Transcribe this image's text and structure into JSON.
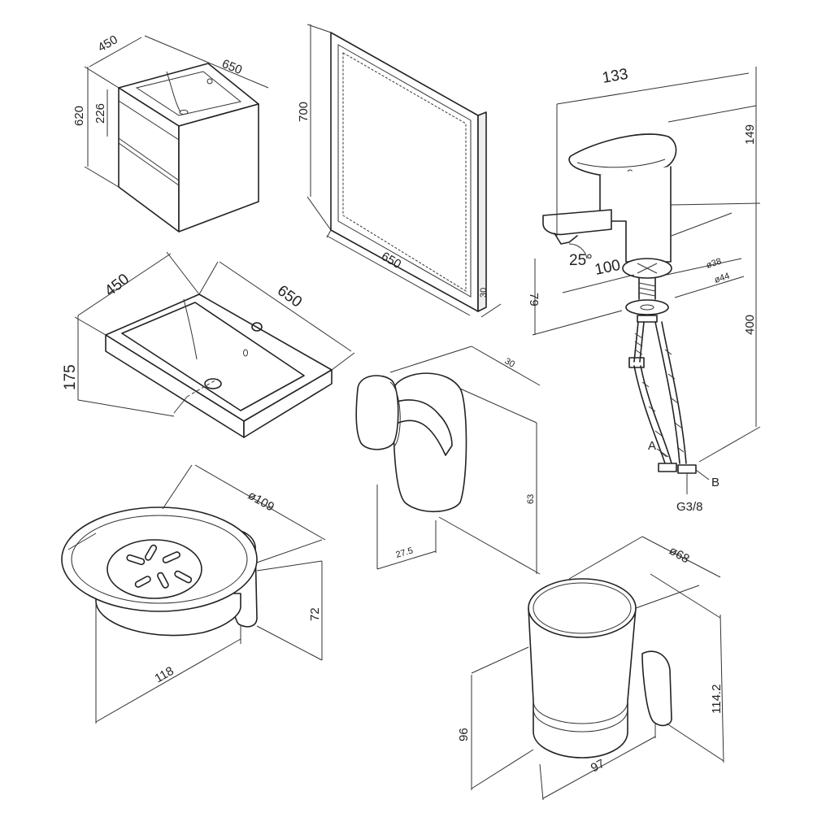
{
  "vanity": {
    "depth": "450",
    "width": "650",
    "height": "620",
    "drawer": "226"
  },
  "mirror": {
    "height": "700",
    "width": "650",
    "depth": "30"
  },
  "faucet": {
    "spout_len": "133",
    "top_h": "149",
    "angle": "25°",
    "reach": "100",
    "d1": "ø38",
    "d2": "ø44",
    "base_h": "79",
    "hose_len": "400",
    "conn_a": "A",
    "conn_b": "B",
    "thread": "G3/8"
  },
  "basin": {
    "depth": "450",
    "width": "650",
    "height": "175"
  },
  "hook": {
    "depth": "30",
    "height": "63",
    "width": "27.5"
  },
  "soap_dish": {
    "diameter": "ø109",
    "width": "118",
    "height": "72"
  },
  "cup": {
    "diameter": "ø68",
    "total_h": "114.2",
    "cup_h": "96",
    "width": "97"
  },
  "colors": {
    "line": "#222222",
    "paper": "#ffffff"
  }
}
